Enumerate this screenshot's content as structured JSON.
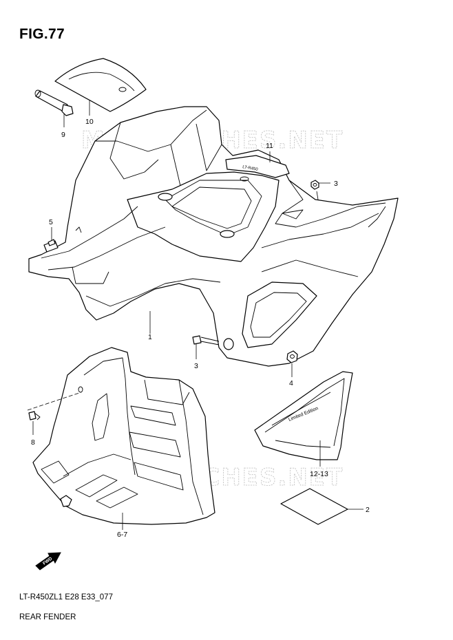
{
  "figure": {
    "title": "FIG.77",
    "code": "LT-R450ZL1 E28 E33_077",
    "name": "REAR FENDER"
  },
  "watermark": "MICROFICHES.NET",
  "fwd_arrow": {
    "label": "FWD",
    "icon": "forward-arrow-icon"
  },
  "callouts": [
    "10",
    "9",
    "11",
    "3",
    "5",
    "1",
    "3",
    "4",
    "8",
    "12-13",
    "2",
    "6-7"
  ],
  "decal_text": {
    "model": "LT-R450",
    "edition": "Limited Edition"
  },
  "colors": {
    "line": "#000000",
    "watermark": "#c8c8c8",
    "background": "#ffffff"
  }
}
